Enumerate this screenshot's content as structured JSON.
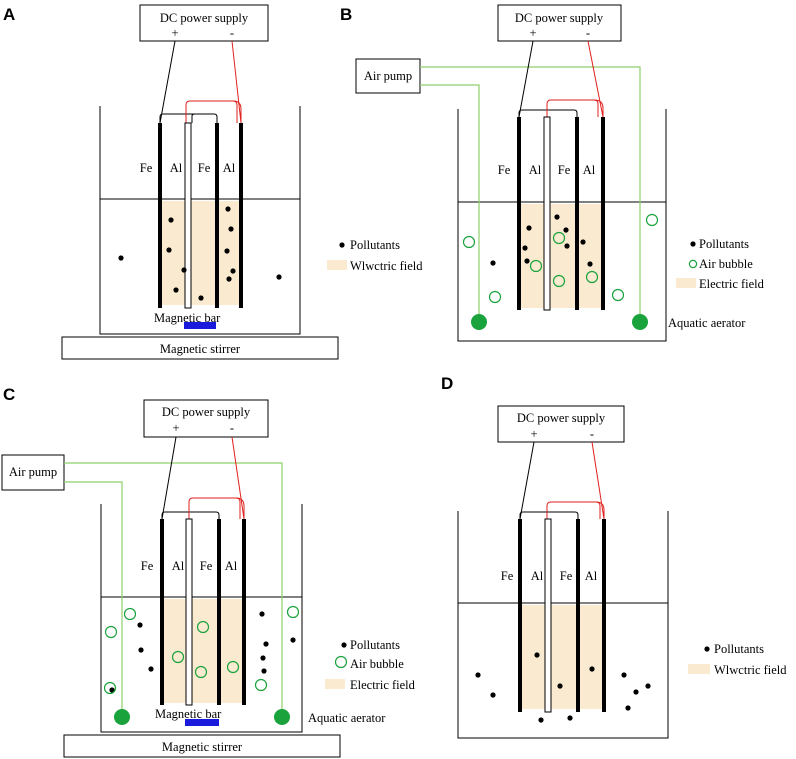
{
  "panels": {
    "A": {
      "letter": "A",
      "power_supply": "DC power supply",
      "plus": "+",
      "minus": "-",
      "electrodes": [
        "Fe",
        "Al",
        "Fe",
        "Al"
      ],
      "legend": {
        "pollutants": "Pollutants",
        "field": "Wlwctric field"
      },
      "magnetic_bar": "Magnetic bar",
      "stirrer": "Magnetic stirrer"
    },
    "B": {
      "letter": "B",
      "power_supply": "DC power supply",
      "plus": "+",
      "minus": "-",
      "air_pump": "Air pump",
      "electrodes": [
        "Fe",
        "Al",
        "Fe",
        "Al"
      ],
      "legend": {
        "pollutants": "Pollutants",
        "bubble": "Air bubble",
        "field": "Electric field"
      },
      "aerator": "Aquatic aerator"
    },
    "C": {
      "letter": "C",
      "power_supply": "DC power supply",
      "plus": "+",
      "minus": "-",
      "air_pump": "Air pump",
      "electrodes": [
        "Fe",
        "Al",
        "Fe",
        "Al"
      ],
      "legend": {
        "pollutants": "Pollutants",
        "bubble": "Air bubble",
        "field": "Electric field"
      },
      "aerator": "Aquatic aerator",
      "magnetic_bar": "Magnetic bar",
      "stirrer": "Magnetic stirrer"
    },
    "D": {
      "letter": "D",
      "power_supply": "DC power supply",
      "plus": "+",
      "minus": "-",
      "electrodes": [
        "Fe",
        "Al",
        "Fe",
        "Al"
      ],
      "legend": {
        "pollutants": "Pollutants",
        "field": "Wlwctric field"
      }
    }
  },
  "colors": {
    "field": "#faebd0",
    "anode_wire": "#000000",
    "cathode_wire": "#e0201c",
    "air_line": "#8fd06a",
    "bubble": "#1aa23c",
    "aerator": "#1aa23c",
    "magnetic_bar": "#1a1adc"
  }
}
